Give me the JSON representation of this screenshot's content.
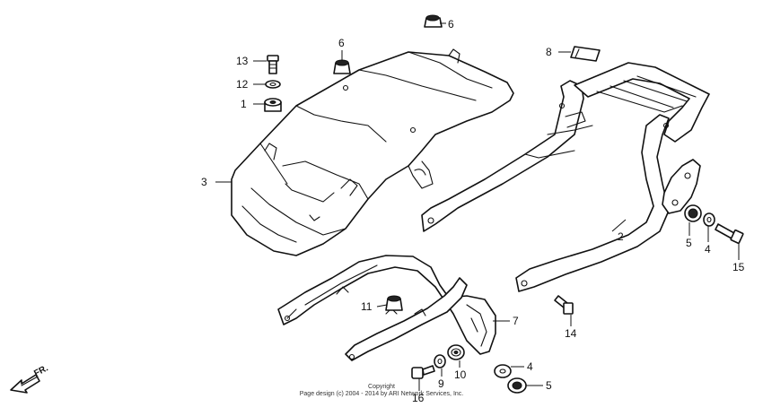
{
  "callouts": [
    {
      "id": "c13",
      "label": "13"
    },
    {
      "id": "c12",
      "label": "12"
    },
    {
      "id": "c1",
      "label": "1"
    },
    {
      "id": "c3",
      "label": "3"
    },
    {
      "id": "c6a",
      "label": "6"
    },
    {
      "id": "c6b",
      "label": "6"
    },
    {
      "id": "c8",
      "label": "8"
    },
    {
      "id": "c2",
      "label": "2"
    },
    {
      "id": "c5a",
      "label": "5"
    },
    {
      "id": "c4a",
      "label": "4"
    },
    {
      "id": "c15",
      "label": "15"
    },
    {
      "id": "c11",
      "label": "11"
    },
    {
      "id": "c7",
      "label": "7"
    },
    {
      "id": "c14",
      "label": "14"
    },
    {
      "id": "c9",
      "label": "9"
    },
    {
      "id": "c10",
      "label": "10"
    },
    {
      "id": "c16",
      "label": "16"
    },
    {
      "id": "c4b",
      "label": "4"
    },
    {
      "id": "c5b",
      "label": "5"
    }
  ],
  "direction_label": "FR.",
  "copyright_line1": "Copyright",
  "copyright_line2": "Page design (c) 2004 - 2014 by ARI Network Services, Inc."
}
